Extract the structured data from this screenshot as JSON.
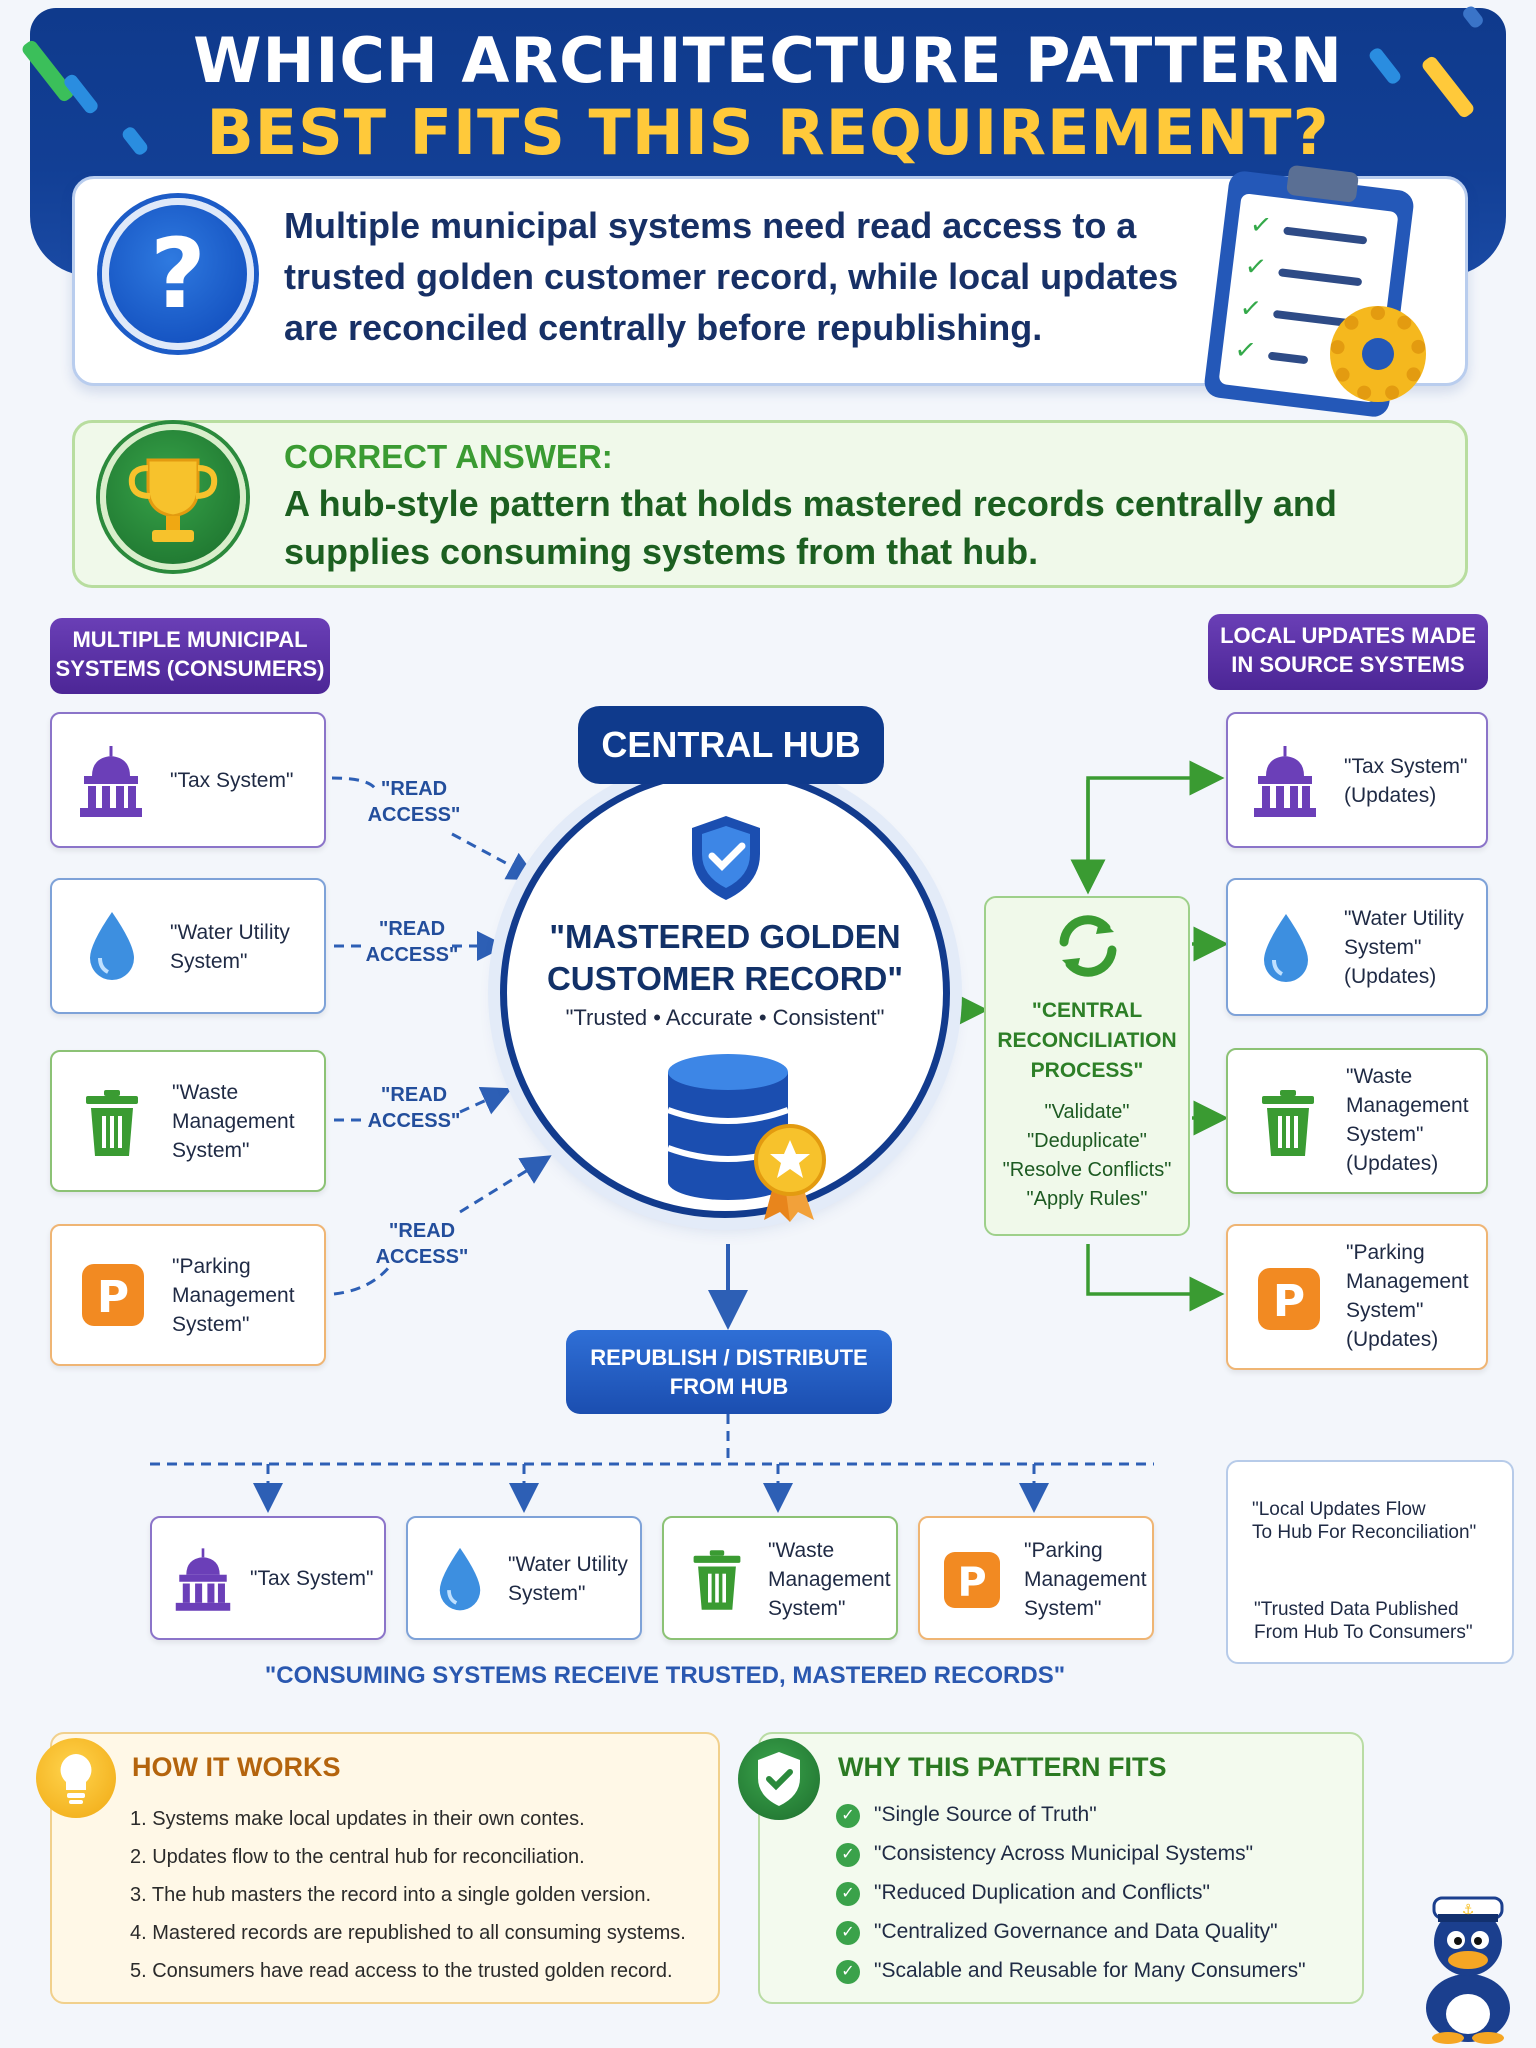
{
  "header": {
    "title_line1": "WHICH ARCHITECTURE PATTERN",
    "title_line2": "BEST FITS THIS REQUIREMENT?"
  },
  "question": {
    "icon": "question-mark-icon",
    "text": "Multiple municipal systems need read access to a trusted golden customer record, while local updates are reconciled centrally before republishing."
  },
  "answer": {
    "heading": "CORRECT ANSWER:",
    "text": "A hub-style pattern that holds mastered records centrally and supplies consuming systems from that hub."
  },
  "diagram": {
    "consumers_tag": "MULTIPLE MUNICIPAL\nSYSTEMS (CONSUMERS)",
    "updates_tag": "LOCAL UPDATES MADE\nIN SOURCE SYSTEMS",
    "read_access_label": "\"READ\nACCESS\"",
    "consumers": [
      {
        "label": "\"Tax System\"",
        "icon": "government-building-icon"
      },
      {
        "label": "\"Water Utility\nSystem\"",
        "icon": "water-drop-icon"
      },
      {
        "label": "\"Waste\nManagement\nSystem\"",
        "icon": "trash-bin-icon"
      },
      {
        "label": "\"Parking\nManagement\nSystem\"",
        "icon": "parking-icon"
      }
    ],
    "sources": [
      {
        "label": "\"Tax System\"\n(Updates)",
        "icon": "government-building-icon"
      },
      {
        "label": "\"Water Utility\nSystem\"\n(Updates)",
        "icon": "water-drop-icon"
      },
      {
        "label": "\"Waste\nManagement\nSystem\"\n(Updates)",
        "icon": "trash-bin-icon"
      },
      {
        "label": "\"Parking\nManagement\nSystem\"\n(Updates)",
        "icon": "parking-icon"
      }
    ],
    "hub": {
      "label": "CENTRAL HUB",
      "title": "\"MASTERED GOLDEN\nCUSTOMER RECORD\"",
      "subtitle": "\"Trusted • Accurate • Consistent\""
    },
    "reconciliation": {
      "title": "\"CENTRAL\nRECONCILIATION\nPROCESS\"",
      "steps": [
        "\"Validate\"",
        "\"Deduplicate\"",
        "\"Resolve Conflicts\"",
        "\"Apply Rules\""
      ]
    },
    "republish": "REPUBLISH / DISTRIBUTE\nFROM HUB",
    "distributed": [
      {
        "label": "\"Tax System\"",
        "icon": "government-building-icon"
      },
      {
        "label": "\"Water Utility\nSystem\"",
        "icon": "water-drop-icon"
      },
      {
        "label": "\"Waste\nManagement\nSystem\"",
        "icon": "trash-bin-icon"
      },
      {
        "label": "\"Parking\nManagement\nSystem\"",
        "icon": "parking-icon"
      }
    ],
    "consumers_caption": "\"CONSUMING SYSTEMS RECEIVE TRUSTED, MASTERED RECORDS\"",
    "legend": {
      "solid": "\"Local Updates Flow\nTo Hub For Reconciliation\"",
      "dashed": "\"Trusted Data Published\nFrom Hub To Consumers\""
    }
  },
  "how_it_works": {
    "heading": "HOW IT WORKS",
    "items": [
      "1.  Systems make local updates in their own contes.",
      "2.  Updates flow to the central hub for reconciliation.",
      "3.  The hub masters the record into a single golden version.",
      "4.  Mastered records are republished to all consuming systems.",
      "5.  Consumers have read access to the trusted golden record."
    ]
  },
  "why_fits": {
    "heading": "WHY THIS PATTERN FITS",
    "items": [
      "\"Single Source of Truth\"",
      "\"Consistency Across Municipal Systems\"",
      "\"Reduced Duplication and Conflicts\"",
      "\"Centralized Governance and Data Quality\"",
      "\"Scalable and Reusable for Many Consumers\""
    ]
  },
  "colors": {
    "navy": "#0f3a8c",
    "gold": "#ffc93a",
    "green": "#3a9b32",
    "purple": "#5a2fa6",
    "blue_accent": "#2a58b0"
  }
}
